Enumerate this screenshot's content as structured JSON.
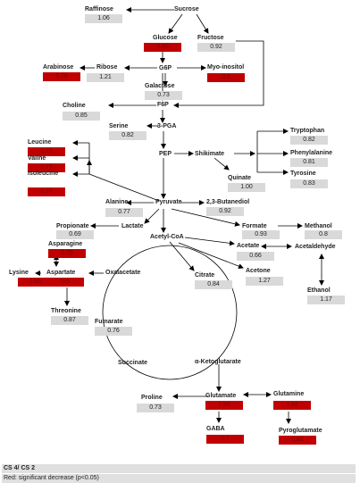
{
  "nodes": [
    {
      "id": "sucrose",
      "label": "Sucrose"
    },
    {
      "id": "raffinose",
      "label": "Raffinose",
      "value": "1.06",
      "status": "grey"
    },
    {
      "id": "glucose",
      "label": "Glucose",
      "value": "0.80",
      "status": "red"
    },
    {
      "id": "fructose",
      "label": "Fructose",
      "value": "0.92",
      "status": "grey"
    },
    {
      "id": "arabinose",
      "label": "Arabinose",
      "value": "0.76",
      "status": "red"
    },
    {
      "id": "ribose",
      "label": "Ribose",
      "value": "1.21",
      "status": "grey"
    },
    {
      "id": "g6p",
      "label": "G6P"
    },
    {
      "id": "myo-inositol",
      "label": "Myo-inositol",
      "value": "0.8",
      "status": "red"
    },
    {
      "id": "galactose",
      "label": "Galactose",
      "value": "0.73",
      "status": "grey"
    },
    {
      "id": "f6p",
      "label": "F6P"
    },
    {
      "id": "choline",
      "label": "Choline",
      "value": "0.85",
      "status": "grey"
    },
    {
      "id": "serine",
      "label": "Serine",
      "value": "0.82",
      "status": "grey"
    },
    {
      "id": "3pga",
      "label": "3-PGA"
    },
    {
      "id": "leucine",
      "label": "Leucine",
      "value": "0.76",
      "status": "red"
    },
    {
      "id": "valine",
      "label": "Valine",
      "value": "0.77",
      "status": "red"
    },
    {
      "id": "isoleucine",
      "label": "Isoleucine",
      "value": "0.74",
      "status": "red"
    },
    {
      "id": "pep",
      "label": "PEP"
    },
    {
      "id": "shikimate",
      "label": "Shikimate"
    },
    {
      "id": "quinate",
      "label": "Quinate",
      "value": "1.00",
      "status": "grey"
    },
    {
      "id": "tryptophan",
      "label": "Tryptophan",
      "value": "0.82",
      "status": "grey"
    },
    {
      "id": "phenylalanine",
      "label": "Phenylalanine",
      "value": "0.81",
      "status": "grey"
    },
    {
      "id": "tyrosine",
      "label": "Tyrosine",
      "value": "0.83",
      "status": "grey"
    },
    {
      "id": "alanine",
      "label": "Alanine",
      "value": "0.77",
      "status": "grey"
    },
    {
      "id": "pyruvate",
      "label": "Pyruvate"
    },
    {
      "id": "butanediol",
      "label": "2,3-Butanediol",
      "value": "0.92",
      "status": "grey"
    },
    {
      "id": "propionate",
      "label": "Propionate",
      "value": "0.69",
      "status": "grey"
    },
    {
      "id": "lactate",
      "label": "Lactate"
    },
    {
      "id": "formate",
      "label": "Formate",
      "value": "0.93",
      "status": "grey"
    },
    {
      "id": "methanol",
      "label": "Methanol",
      "value": "0.8",
      "status": "grey"
    },
    {
      "id": "acetylcoa",
      "label": "Acetyl-CoA"
    },
    {
      "id": "acetate",
      "label": "Acetate",
      "value": "0.66",
      "status": "grey"
    },
    {
      "id": "acetaldehyde",
      "label": "Acetaldehyde"
    },
    {
      "id": "asparagine",
      "label": "Asparagine",
      "value": "0.70",
      "status": "red"
    },
    {
      "id": "lysine",
      "label": "Lysine",
      "value": "0.85",
      "status": "red"
    },
    {
      "id": "aspartate",
      "label": "Aspartate",
      "value": "0.6",
      "status": "red"
    },
    {
      "id": "oxalacetate",
      "label": "Oxalacetate"
    },
    {
      "id": "citrate",
      "label": "Citrate",
      "value": "0.84",
      "status": "grey"
    },
    {
      "id": "acetone",
      "label": "Acetone",
      "value": "1.27",
      "status": "grey"
    },
    {
      "id": "ethanol",
      "label": "Ethanol",
      "value": "1.17",
      "status": "grey"
    },
    {
      "id": "threonine",
      "label": "Threonine",
      "value": "0.87",
      "status": "grey"
    },
    {
      "id": "fumarate",
      "label": "Fumarate",
      "value": "0.76",
      "status": "grey"
    },
    {
      "id": "succinate",
      "label": "Succinate"
    },
    {
      "id": "aketoglutarate",
      "label": "α-Ketoglutarate"
    },
    {
      "id": "proline",
      "label": "Proline",
      "value": "0.73",
      "status": "grey"
    },
    {
      "id": "glutamate",
      "label": "Glutamate",
      "value": "2.88",
      "status": "red"
    },
    {
      "id": "glutamine",
      "label": "Glutamine",
      "value": "1.82",
      "status": "red"
    },
    {
      "id": "gaba",
      "label": "GABA",
      "value": "0.7",
      "status": "red"
    },
    {
      "id": "pyroglutamate",
      "label": "Pyroglutamate",
      "value": "0.82",
      "status": "red"
    }
  ],
  "legend": {
    "title": "CS 4/ CS 2",
    "note": "Red: significant decrease (p<0.05)"
  },
  "colors": {
    "red": "#c00000",
    "grey": "#d9d9d9",
    "line": "#000000"
  }
}
